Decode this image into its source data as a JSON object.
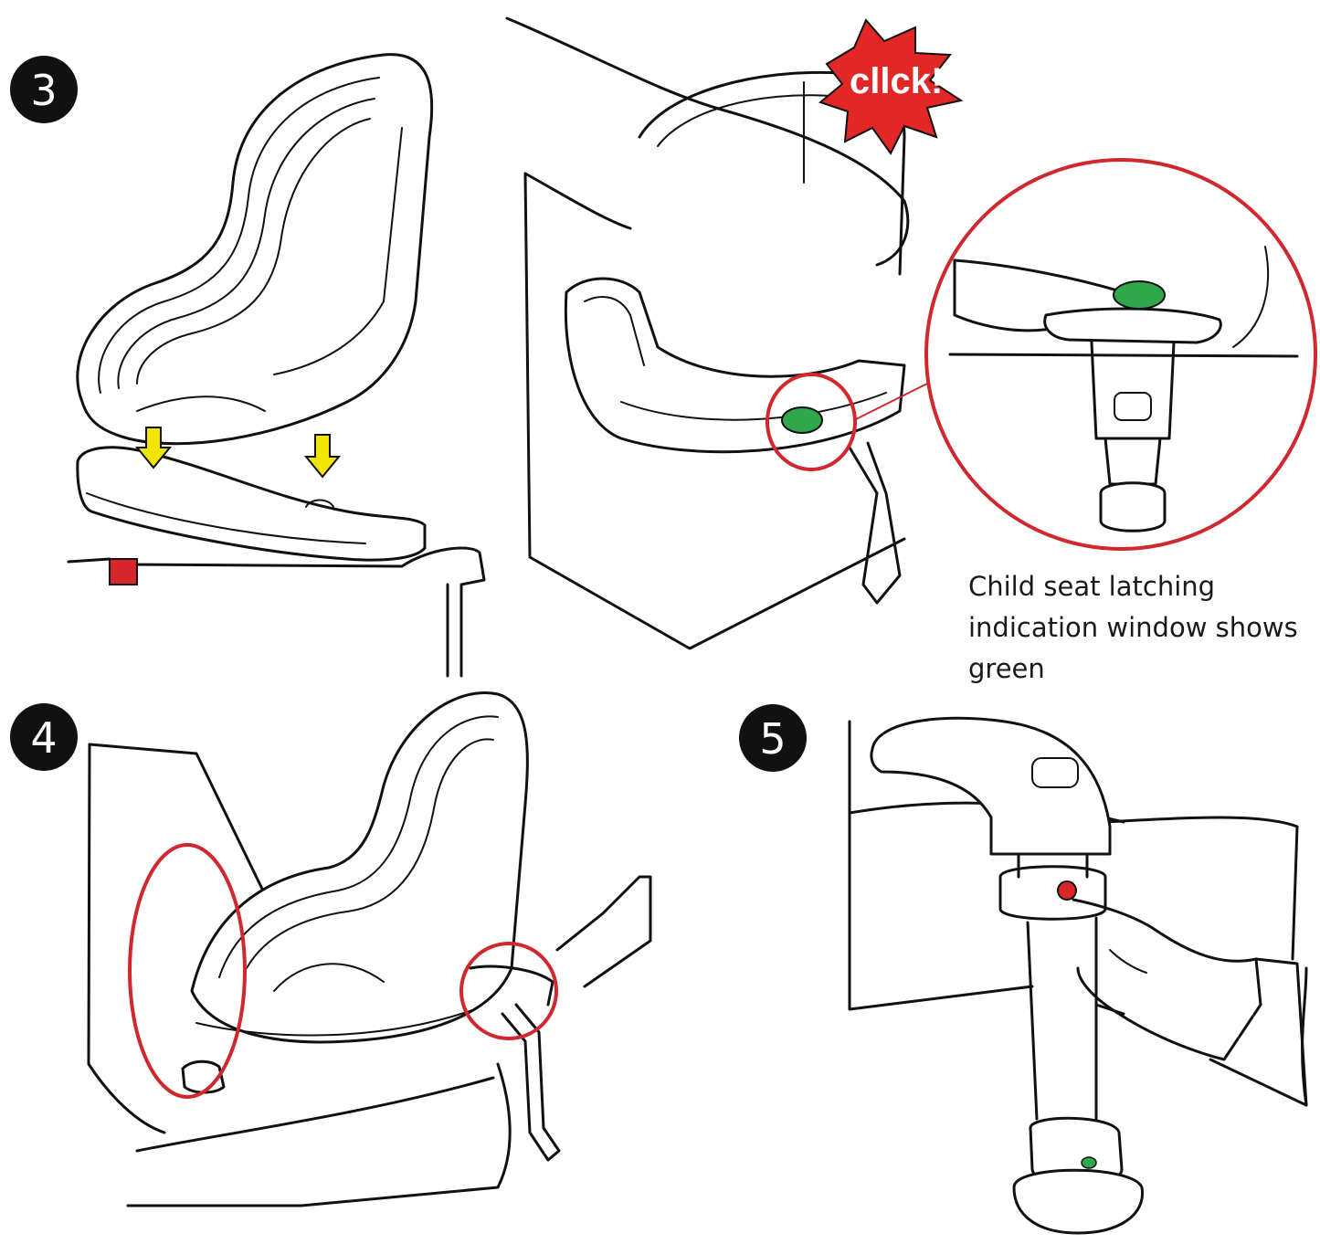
{
  "steps": [
    {
      "number": "3"
    },
    {
      "number": "4"
    },
    {
      "number": "5"
    }
  ],
  "click_label": "cllck!",
  "caption": "Child seat latching indication window shows green",
  "colors": {
    "line": "#111111",
    "ring": "#d0282e",
    "indicator_green": "#2ea84a",
    "arrow_yellow": "#f2e600",
    "release_red": "#d8262c",
    "badge": "#111111"
  },
  "icons": [
    "down-arrow-icon",
    "click-burst-icon",
    "magnifier-circle-icon",
    "indicator-window-icon",
    "release-button-icon"
  ]
}
